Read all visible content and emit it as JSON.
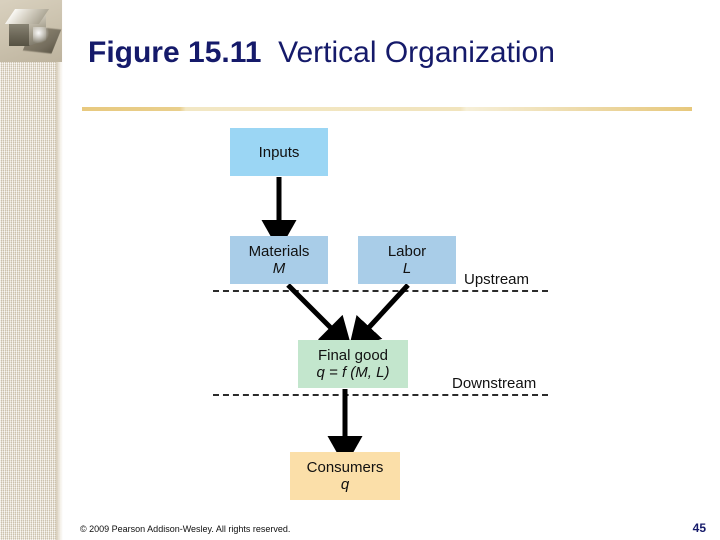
{
  "slide": {
    "title_bold": "Figure 15.11",
    "title_regular": "Vertical Organization",
    "page_number": "45",
    "copyright": "© 2009 Pearson Addison-Wesley. All rights reserved."
  },
  "colors": {
    "title_navy": "#151a6a",
    "gold_rule": "#e8c97f",
    "inputs_fill": "#9bd6f4",
    "materials_fill": "#a9cde8",
    "labor_fill": "#a9cde8",
    "final_good_fill": "#c3e6cd",
    "consumers_fill": "#fbdfa9",
    "arrow": "#000000",
    "dashed_line": "#2b2b2b",
    "texture_beige": "#e6ddcc"
  },
  "diagram": {
    "nodes": {
      "inputs": {
        "line1": "Inputs",
        "line2": ""
      },
      "materials": {
        "line1": "Materials",
        "line2": "M"
      },
      "labor": {
        "line1": "Labor",
        "line2": "L"
      },
      "final_good": {
        "line1": "Final good",
        "line2": "q = f (M, L)"
      },
      "consumers": {
        "line1": "Consumers",
        "line2": "q"
      }
    },
    "separators": {
      "upstream_label": "Upstream",
      "downstream_label": "Downstream"
    },
    "arrows": [
      {
        "name": "inputs-to-materials",
        "from": "inputs",
        "to": "materials"
      },
      {
        "name": "materials-to-final-good",
        "from": "materials",
        "to": "final_good"
      },
      {
        "name": "labor-to-final-good",
        "from": "labor",
        "to": "final_good"
      },
      {
        "name": "final-good-to-consumers",
        "from": "final_good",
        "to": "consumers"
      }
    ]
  },
  "decor": {
    "photo_caption": "metallic-cube-photo"
  }
}
